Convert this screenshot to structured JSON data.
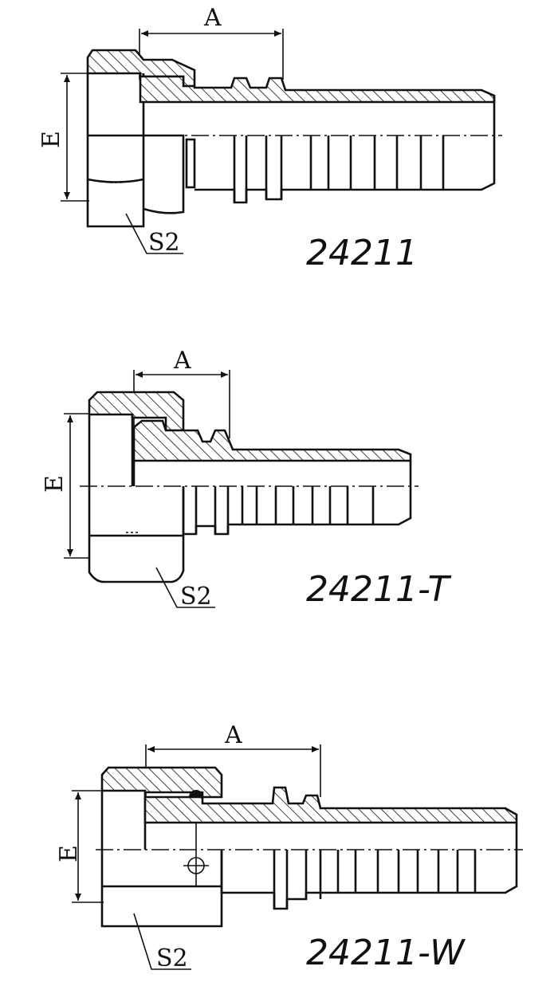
{
  "drawings": [
    {
      "part_number": "24211",
      "dim_length": "A",
      "dim_diameter": "E",
      "dim_hex": "S2"
    },
    {
      "part_number": "24211-T",
      "dim_length": "A",
      "dim_diameter": "E",
      "dim_hex": "S2"
    },
    {
      "part_number": "24211-W",
      "dim_length": "A",
      "dim_diameter": "E",
      "dim_hex": "S2"
    }
  ],
  "colors": {
    "line": "#111111",
    "background": "#ffffff"
  }
}
